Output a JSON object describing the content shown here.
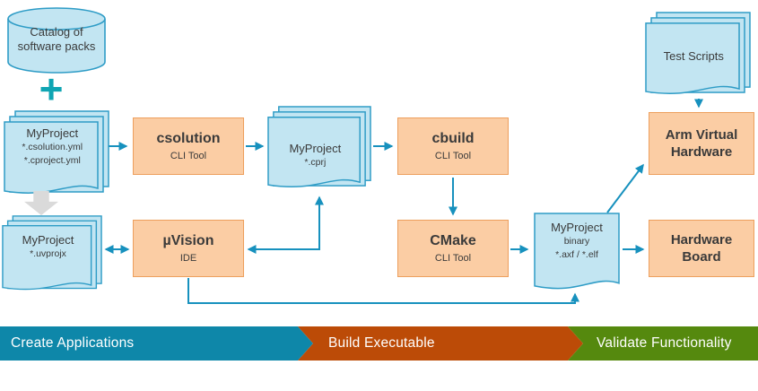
{
  "diagram": {
    "catalog": {
      "line1": "Catalog of",
      "line2": "software packs"
    },
    "plus": "+",
    "yml_doc": {
      "title": "MyProject",
      "line1": "*.csolution.yml",
      "line2": "*.cproject.yml"
    },
    "uvprojx_doc": {
      "title": "MyProject",
      "line1": "*.uvprojx"
    },
    "cprj_doc": {
      "title": "MyProject",
      "line1": "*.cprj"
    },
    "binary_doc": {
      "title": "MyProject",
      "line1": "binary",
      "line2": "*.axf / *.elf"
    },
    "test_scripts_doc": {
      "title": "Test Scripts"
    },
    "csolution_box": {
      "title": "csolution",
      "subtitle": "CLI Tool"
    },
    "cbuild_box": {
      "title": "cbuild",
      "subtitle": "CLI Tool"
    },
    "cmake_box": {
      "title": "CMake",
      "subtitle": "CLI Tool"
    },
    "uvision_box": {
      "title": "µVision",
      "subtitle": "IDE"
    },
    "avh_box": {
      "line1": "Arm Virtual",
      "line2": "Hardware"
    },
    "hardware_board_box": {
      "line1": "Hardware",
      "line2": "Board"
    }
  },
  "banners": {
    "create": "Create Applications",
    "build": "Build Executable",
    "validate": "Validate Functionality"
  },
  "colors": {
    "doc_fill": "#C2E5F2",
    "doc_border": "#2E9CC6",
    "box_fill": "#FBCDA4",
    "box_border": "#ED9F5D",
    "arrow": "#1791BE",
    "plus": "#0FA5B3",
    "banner_create": "#0E87A9",
    "banner_build": "#BC4B07",
    "banner_validate": "#55890E",
    "gray_arrow": "#DADADA"
  }
}
